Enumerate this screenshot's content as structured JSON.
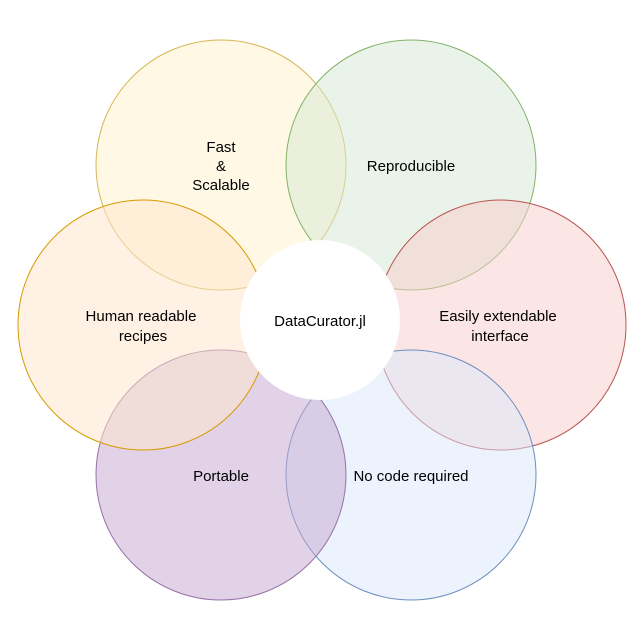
{
  "diagram": {
    "center": {
      "label": "DataCurator.jl",
      "fill": "#ffffff"
    },
    "petals": [
      {
        "id": "fast-scalable",
        "lines": [
          "Fast",
          "&",
          "Scalable"
        ],
        "fill": "#fff2cc",
        "stroke": "#d6b656"
      },
      {
        "id": "reproducible",
        "lines": [
          "Reproducible"
        ],
        "fill": "#d5e8d4",
        "stroke": "#82b366"
      },
      {
        "id": "easily-extendable-interface",
        "lines": [
          "Easily extendable",
          "interface"
        ],
        "fill": "#f8cecc",
        "stroke": "#b85450"
      },
      {
        "id": "no-code-required",
        "lines": [
          "No code required"
        ],
        "fill": "#dae8fc",
        "stroke": "#6c8ebf"
      },
      {
        "id": "portable",
        "lines": [
          "Portable"
        ],
        "fill": "#c3a5cf",
        "stroke": "#9673a6"
      },
      {
        "id": "human-readable-recipes",
        "lines": [
          "Human readable",
          "recipes"
        ],
        "fill": "#ffe6cc",
        "stroke": "#d79b00"
      }
    ]
  }
}
